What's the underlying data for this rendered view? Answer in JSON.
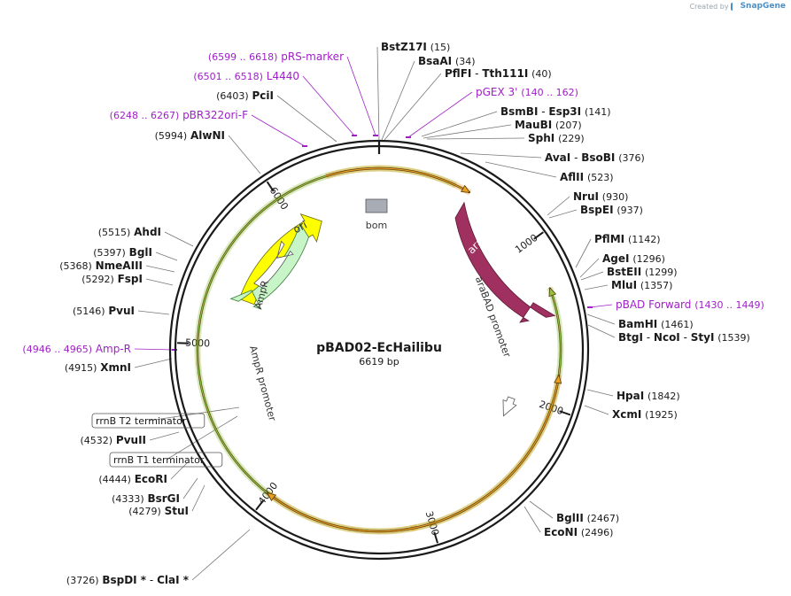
{
  "credit": {
    "created_by": "Created by",
    "brand": "SnapGene"
  },
  "plasmid": {
    "name": "pBAD02-EcHailibu",
    "size": "6619 bp",
    "length": 6619
  },
  "ticks": [
    {
      "label": "1000",
      "pos": 1000
    },
    {
      "label": "2000",
      "pos": 2000
    },
    {
      "label": "3000",
      "pos": 3000
    },
    {
      "label": "4000",
      "pos": 4000
    },
    {
      "label": "5000",
      "pos": 5000
    },
    {
      "label": "6000",
      "pos": 6000
    }
  ],
  "colors": {
    "backbone": "#1a1a1a",
    "primer": "#a020c8",
    "leader": "#777777",
    "ori": "#ffff00",
    "araC": "#a0305f",
    "ampR": "#c8f5c8",
    "orf": "#e8a020",
    "araC_orf": "#8cc43c",
    "bom": "#a8adb5"
  },
  "features": [
    {
      "id": "ori",
      "label": "ori"
    },
    {
      "id": "araC",
      "label": "araC"
    },
    {
      "id": "AmpR",
      "label": "AmpR"
    },
    {
      "id": "bom",
      "label": "bom"
    },
    {
      "id": "araBAD-promoter",
      "label": "araBAD promoter"
    },
    {
      "id": "AmpR-promoter",
      "label": "AmpR promoter"
    }
  ],
  "sites": [
    {
      "id": "bstz17i",
      "name": "BstZ17I",
      "coord": "(15)"
    },
    {
      "id": "bsaai",
      "name": "BsaAI",
      "coord": "(34)"
    },
    {
      "id": "pflfi",
      "name": "PflFI",
      "sep": "-",
      "name2": "Tth111I",
      "coord": "(40)"
    },
    {
      "id": "pgex3",
      "name": "pGEX 3'",
      "coord": "(140 .. 162)",
      "type": "primer"
    },
    {
      "id": "bsmbi",
      "name": "BsmBI",
      "sep": "-",
      "name2": "Esp3I",
      "coord": "(141)"
    },
    {
      "id": "maubi",
      "name": "MauBI",
      "coord": "(207)"
    },
    {
      "id": "sphi",
      "name": "SphI",
      "coord": "(229)"
    },
    {
      "id": "avai",
      "name": "AvaI",
      "sep": "-",
      "name2": "BsoBI",
      "coord": "(376)"
    },
    {
      "id": "aflii",
      "name": "AflII",
      "coord": "(523)"
    },
    {
      "id": "nrui",
      "name": "NruI",
      "coord": "(930)"
    },
    {
      "id": "bspei",
      "name": "BspEI",
      "coord": "(937)"
    },
    {
      "id": "pflmi",
      "name": "PflMI",
      "coord": "(1142)"
    },
    {
      "id": "agei",
      "name": "AgeI",
      "coord": "(1296)"
    },
    {
      "id": "bsteii",
      "name": "BstEII",
      "coord": "(1299)"
    },
    {
      "id": "mlui",
      "name": "MluI",
      "coord": "(1357)"
    },
    {
      "id": "pbadfwd",
      "name": "pBAD Forward",
      "coord": "(1430 .. 1449)",
      "type": "primer"
    },
    {
      "id": "bamhi",
      "name": "BamHI",
      "coord": "(1461)"
    },
    {
      "id": "btgi",
      "name": "BtgI",
      "sep": "-",
      "name2": "NcoI",
      "sep2": "-",
      "name3": "StyI",
      "coord": "(1539)"
    },
    {
      "id": "hpai",
      "name": "HpaI",
      "coord": "(1842)"
    },
    {
      "id": "xcmi",
      "name": "XcmI",
      "coord": "(1925)"
    },
    {
      "id": "bglii",
      "name": "BglII",
      "coord": "(2467)"
    },
    {
      "id": "econi",
      "name": "EcoNI",
      "coord": "(2496)"
    },
    {
      "id": "bspdi",
      "name": "BspDI *",
      "sep": "-",
      "name2": "ClaI *",
      "coord": "(3726)"
    },
    {
      "id": "stui",
      "name": "StuI",
      "coord": "(4279)"
    },
    {
      "id": "bsrgi",
      "name": "BsrGI",
      "coord": "(4333)"
    },
    {
      "id": "ecori",
      "name": "EcoRI",
      "coord": "(4444)"
    },
    {
      "id": "rrnbt1",
      "name": "rrnB T1 terminator",
      "type": "box"
    },
    {
      "id": "pvuii",
      "name": "PvuII",
      "coord": "(4532)"
    },
    {
      "id": "rrnbt2",
      "name": "rrnB T2 terminator",
      "type": "box"
    },
    {
      "id": "xmni",
      "name": "XmnI",
      "coord": "(4915)"
    },
    {
      "id": "ampr-primer",
      "name": "Amp-R",
      "coord": "(4946 .. 4965)",
      "type": "primer"
    },
    {
      "id": "pvui",
      "name": "PvuI",
      "coord": "(5146)"
    },
    {
      "id": "fspi",
      "name": "FspI",
      "coord": "(5292)"
    },
    {
      "id": "nmeaiii",
      "name": "NmeAIII",
      "coord": "(5368)"
    },
    {
      "id": "bgli",
      "name": "BglI",
      "coord": "(5397)"
    },
    {
      "id": "ahdi",
      "name": "AhdI",
      "coord": "(5515)"
    },
    {
      "id": "alwni",
      "name": "AlwNI",
      "coord": "(5994)"
    },
    {
      "id": "pbr322ori",
      "name": "pBR322ori-F",
      "coord": "(6248 .. 6267)",
      "type": "primer"
    },
    {
      "id": "pcii",
      "name": "PciI",
      "coord": "(6403)"
    },
    {
      "id": "l4440",
      "name": "L4440",
      "coord": "(6501 .. 6518)",
      "type": "primer"
    },
    {
      "id": "prsmarker",
      "name": "pRS-marker",
      "coord": "(6599 .. 6618)",
      "type": "primer"
    }
  ]
}
